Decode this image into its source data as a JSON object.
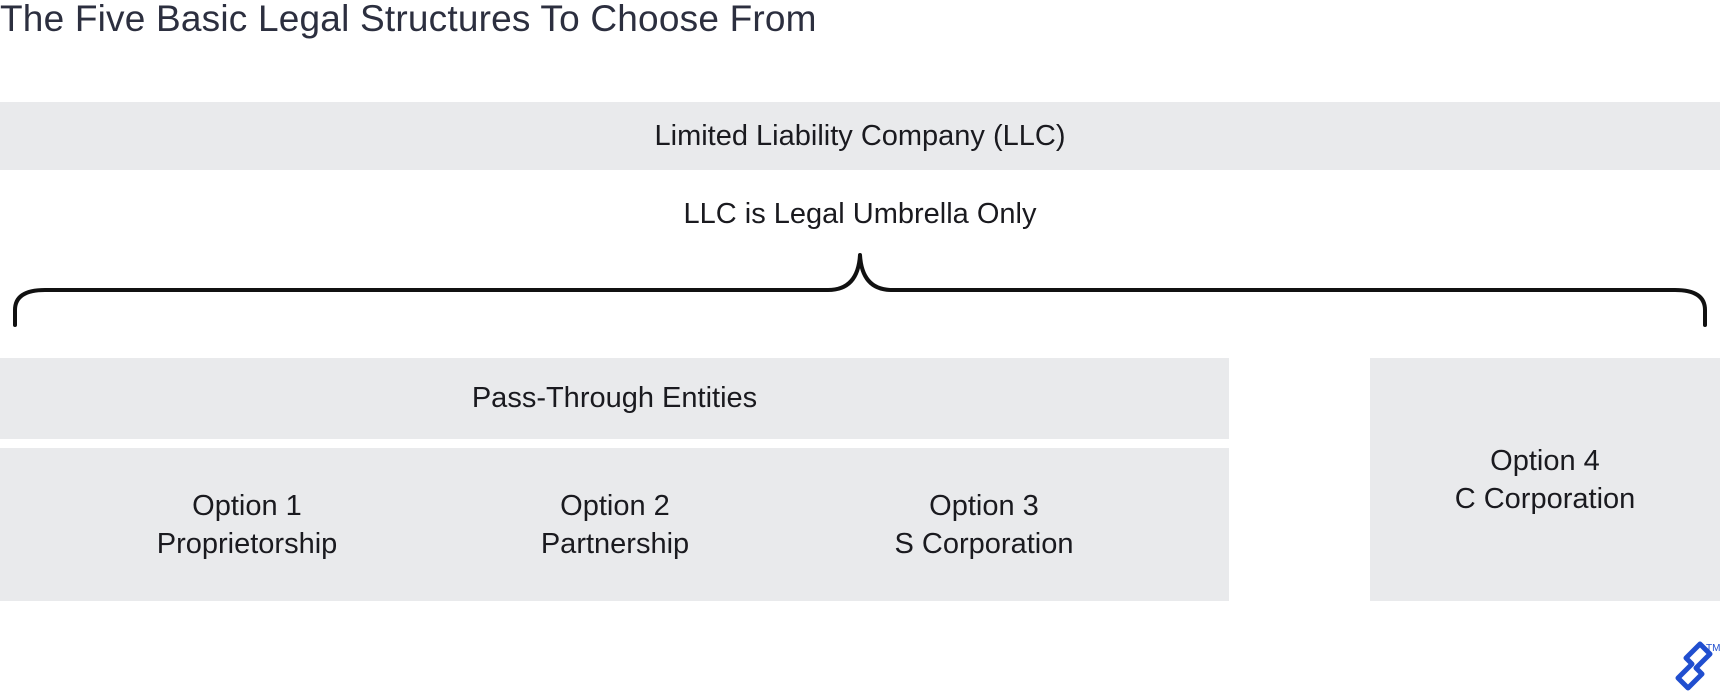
{
  "title": "The Five Basic Legal Structures To Choose From",
  "llc": {
    "label": "Limited Liability Company (LLC)",
    "umbrella_note": "LLC is Legal Umbrella Only"
  },
  "pass_through": {
    "label": "Pass-Through Entities",
    "options": [
      {
        "number": "Option 1",
        "name": "Proprietorship"
      },
      {
        "number": "Option 2",
        "name": "Partnership"
      },
      {
        "number": "Option 3",
        "name": "S Corporation"
      }
    ]
  },
  "option4": {
    "number": "Option 4",
    "name": "C Corporation"
  },
  "logo": {
    "icon": "toptal-logo-icon",
    "trademark": "TM",
    "color": "#204ecf"
  },
  "colors": {
    "box_fill": "#e9eaec",
    "text": "#1a1a1f",
    "title": "#2c2f3f",
    "brace": "#111111"
  }
}
